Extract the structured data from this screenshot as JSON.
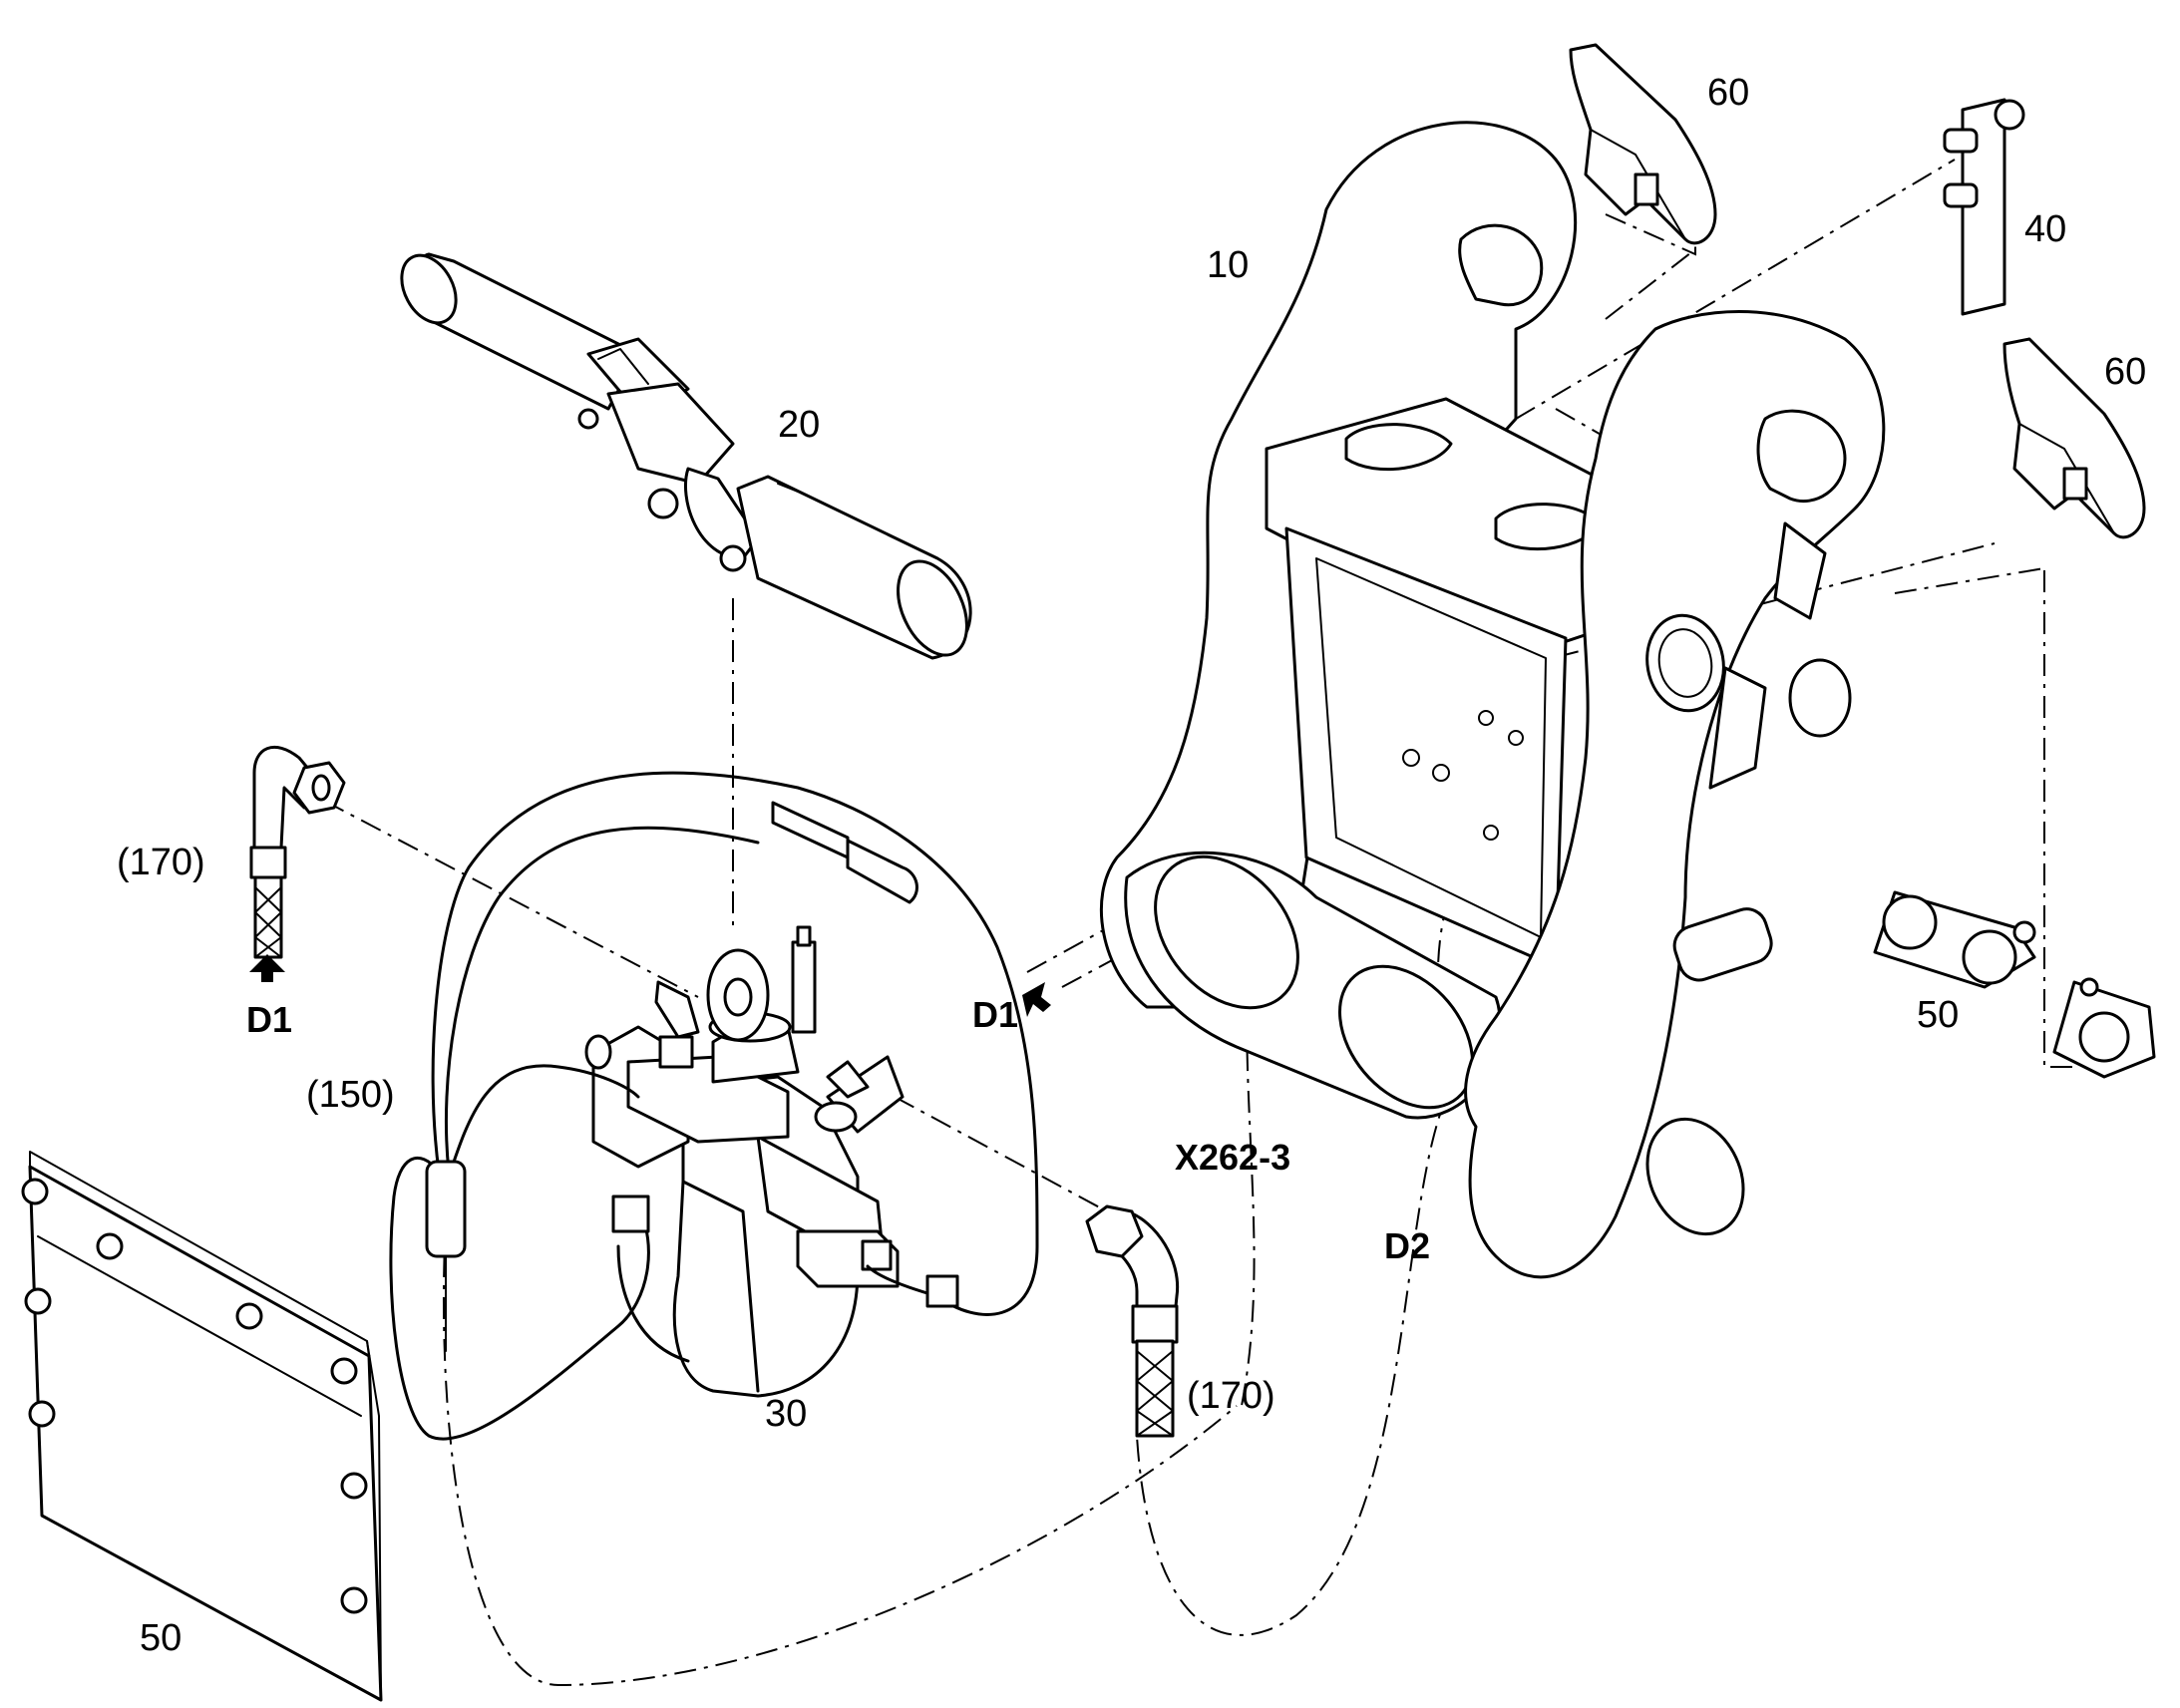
{
  "labels": {
    "p10": "10",
    "p20": "20",
    "p30": "30",
    "p40": "40",
    "p50_plate": "50",
    "p50_connectors": "50",
    "p60_top": "60",
    "p60_right": "60",
    "p150": "(150)",
    "p170_left": "(170)",
    "p170_right": "(170)",
    "d1_left": "D1",
    "d1_center": "D1",
    "d2": "D2",
    "x262": "X262-3"
  }
}
